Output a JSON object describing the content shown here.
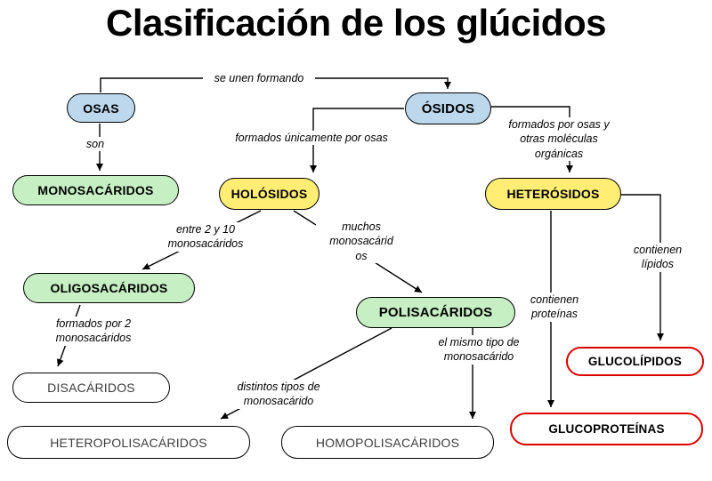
{
  "title": "Clasificación de los glúcidos",
  "nodes": {
    "osas": "OSAS",
    "osidos": "ÓSIDOS",
    "monosacaridos": "MONOSACÁRIDOS",
    "holosidos": "HOLÓSIDOS",
    "heterosidos": "HETERÓSIDOS",
    "oligosacaridos": "OLIGOSACÁRIDOS",
    "polisacaridos": "POLISACÁRIDOS",
    "disacaridos": "DISACÁRIDOS",
    "glucolipidos": "GLUCOLÍPIDOS",
    "heteropolisacaridos": "HETEROPOLISACÁRIDOS",
    "homopolisacaridos": "HOMOPOLISACÁRIDOS",
    "glucoproteinas": "GLUCOPROTEÍNAS"
  },
  "edges": {
    "osas_osidos": {
      "from": "osas",
      "to": "osidos",
      "label": "se unen formando"
    },
    "osas_monosacaridos": {
      "from": "osas",
      "to": "monosacaridos",
      "label": "son"
    },
    "osidos_holosidos": {
      "from": "osidos",
      "to": "holosidos",
      "label": "formados únicamente por osas"
    },
    "osidos_heterosidos": {
      "from": "osidos",
      "to": "heterosidos",
      "label": "formados por osas y\notras moléculas\norgánicas"
    },
    "holosidos_oligosacaridos": {
      "from": "holosidos",
      "to": "oligosacaridos",
      "label": "entre 2 y 10\nmonosacáridos"
    },
    "holosidos_polisacaridos": {
      "from": "holosidos",
      "to": "polisacaridos",
      "label": "muchos\nmonosacárid\nos"
    },
    "oligosacaridos_disacaridos": {
      "from": "oligosacaridos",
      "to": "disacaridos",
      "label": "formados por 2\nmonosacáridos"
    },
    "polisacaridos_heteropolisacaridos": {
      "from": "polisacaridos",
      "to": "heteropolisacaridos",
      "label": "distintos tipos de\nmonosacárido"
    },
    "polisacaridos_homopolisacaridos": {
      "from": "polisacaridos",
      "to": "homopolisacaridos",
      "label": "el mismo tipo de\nmonosacárido"
    },
    "heterosidos_glucoproteinas": {
      "from": "heterosidos",
      "to": "glucoproteinas",
      "label": "contienen\nproteínas"
    },
    "heterosidos_glucolipidos": {
      "from": "heterosidos",
      "to": "glucolipidos",
      "label": "contienen\nlípidos"
    }
  },
  "colors": {
    "node_blue": "#BDD8EC",
    "node_yellow": "#FFEE73",
    "node_green": "#C6EFC3",
    "node_white": "#FFFFFF",
    "red_border": "#DD0000",
    "line": "#000000",
    "background": "#FFFFFF"
  }
}
